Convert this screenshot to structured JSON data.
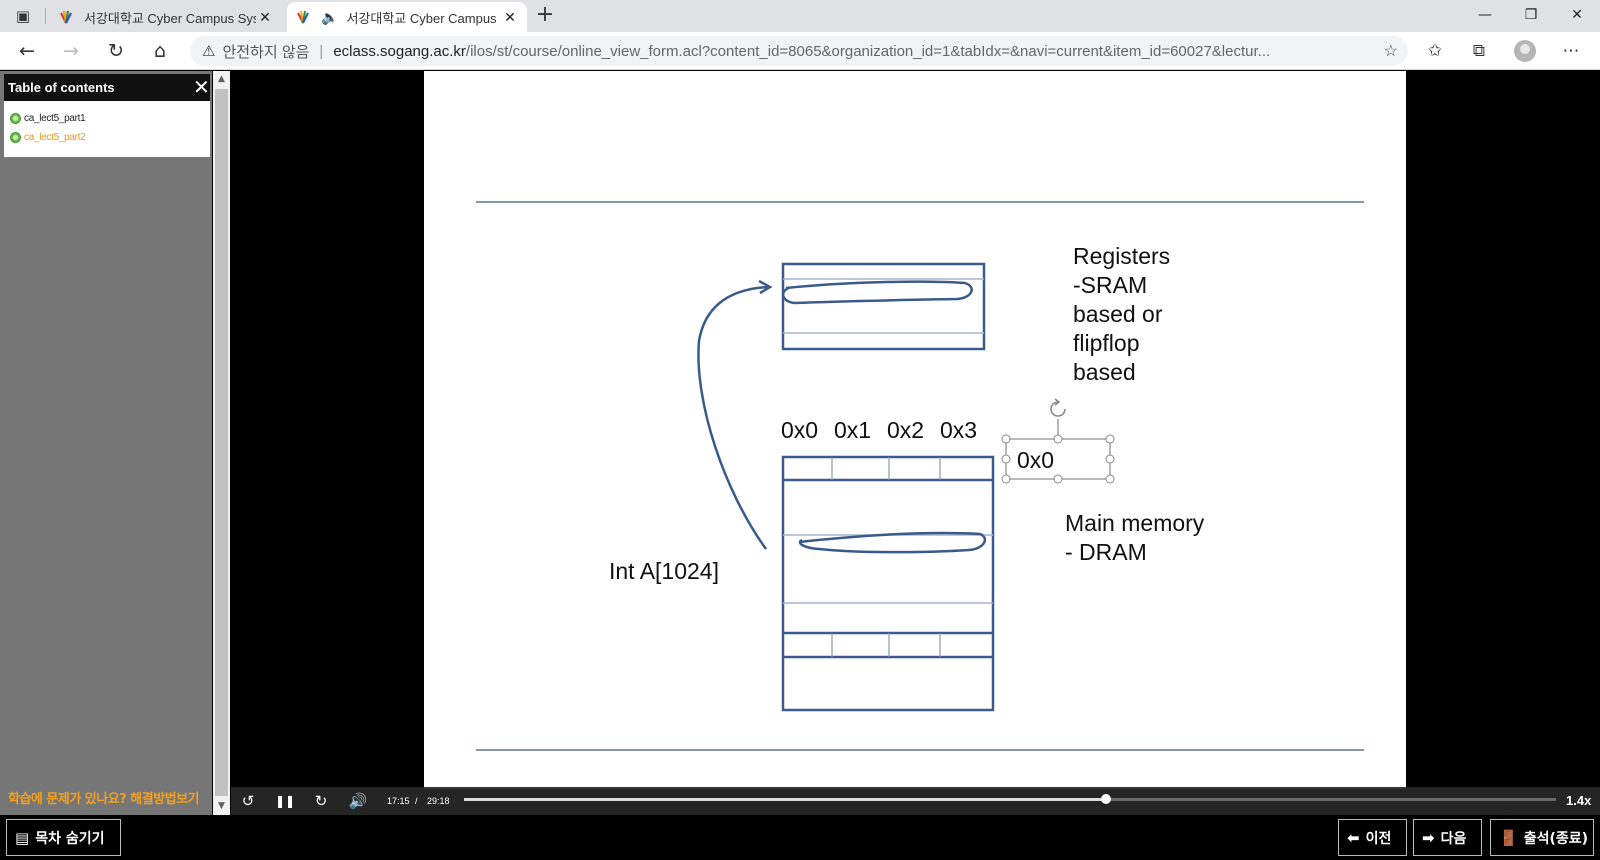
{
  "browser": {
    "tabs": [
      {
        "title": "서강대학교 Cyber Campus System",
        "favicon": "sogang-logo-icon",
        "active": false
      },
      {
        "title": "서강대학교 Cyber Campus System",
        "favicon": "sogang-logo-icon",
        "active": true,
        "audio": "speaker-icon"
      }
    ],
    "new_tab": "+",
    "security_label": "안전하지 않음",
    "url_host": "eclass.sogang.ac.kr",
    "url_path": "/ilos/st/course/online_view_form.acl?content_id=8065&organization_id=1&tabIdx=&navi=current&item_id=60027&lectur..."
  },
  "sidebar": {
    "title": "Table of contents",
    "close": "✕",
    "items": [
      {
        "label": "ca_lect5_part1",
        "current": false
      },
      {
        "label": "ca_lect5_part2",
        "current": true
      }
    ],
    "help": "학습에 문제가 있나요? 해결방법보기"
  },
  "slide": {
    "registers_lines": [
      "Registers",
      "-SRAM",
      "based or",
      "flipflop",
      "based"
    ],
    "addresses": [
      "0x0",
      "0x1",
      "0x2",
      "0x3"
    ],
    "selected_box": "0x0",
    "memory_lines": [
      "Main memory",
      "- DRAM"
    ],
    "array_label": "Int A[1024]"
  },
  "player": {
    "current_time": "17:15",
    "time_sep": "/",
    "duration": "29:18",
    "progress": 0.5883,
    "speed": "1.4x"
  },
  "bottom": {
    "toc_toggle": "목차 숨기기",
    "prev": "이전",
    "next": "다음",
    "attend": "출석(종료)"
  },
  "colors": {
    "accent_orange": "#e79a1c",
    "diagram_blue": "#3a5a8c",
    "toc_dot_green": "#6bbf49"
  }
}
